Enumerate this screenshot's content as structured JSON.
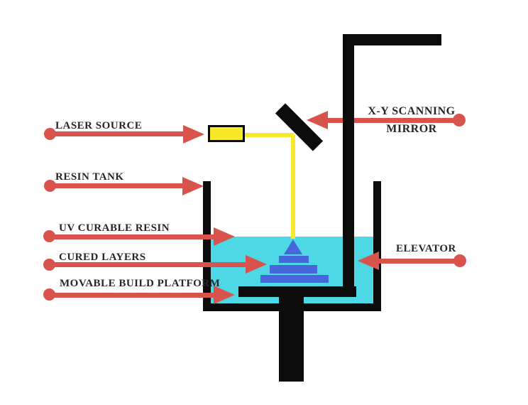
{
  "labels": {
    "laser_source": "LASER SOURCE",
    "resin_tank": "RESIN TANK",
    "uv_curable_resin": "UV CURABLE RESIN",
    "cured_layers": "CURED LAYERS",
    "movable_build_platform": "MOVABLE BUILD PLATFORM",
    "xy_scanning_mirror_line1": "X-Y SCANNING",
    "xy_scanning_mirror_line2": "MIRROR",
    "elevator": "ELEVATOR"
  },
  "colors": {
    "arrow_red": "#d8534b",
    "laser_yellow": "#f7e829",
    "resin_cyan": "#4ed7e5",
    "cured_layer_blue": "#4866dc",
    "structure_black": "#0b0b0b",
    "text_dark": "#2a2425",
    "background": "#ffffff"
  }
}
